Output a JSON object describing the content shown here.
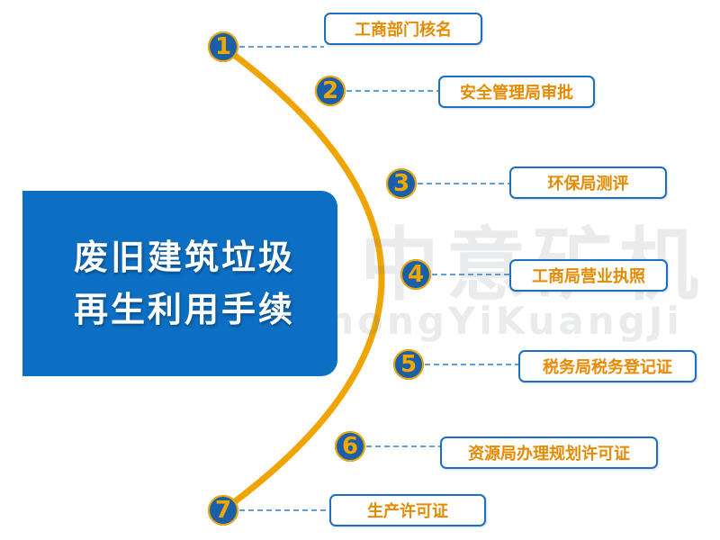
{
  "title": {
    "line1": "废旧建筑垃圾",
    "line2": "再生利用手续"
  },
  "watermark": {
    "chinese": "中意矿机",
    "latin": "ZOONYE   ZhongYiKuangJi"
  },
  "colors": {
    "arc": "#f0a400",
    "title_bg": "#0d6fc3",
    "circle": "#1a5fa8",
    "number": "#f0a800",
    "dash": "#2a7fcf",
    "box_border": "#1d6fbf",
    "box_text": "#e68a00"
  },
  "steps": [
    {
      "number": "1",
      "label": "工商部门核名"
    },
    {
      "number": "2",
      "label": "安全管理局审批"
    },
    {
      "number": "3",
      "label": "环保局测评"
    },
    {
      "number": "4",
      "label": "工商局营业执照"
    },
    {
      "number": "5",
      "label": "税务局税务登记证"
    },
    {
      "number": "6",
      "label": "资源局办理规划许可证"
    },
    {
      "number": "7",
      "label": "生产许可证"
    }
  ]
}
